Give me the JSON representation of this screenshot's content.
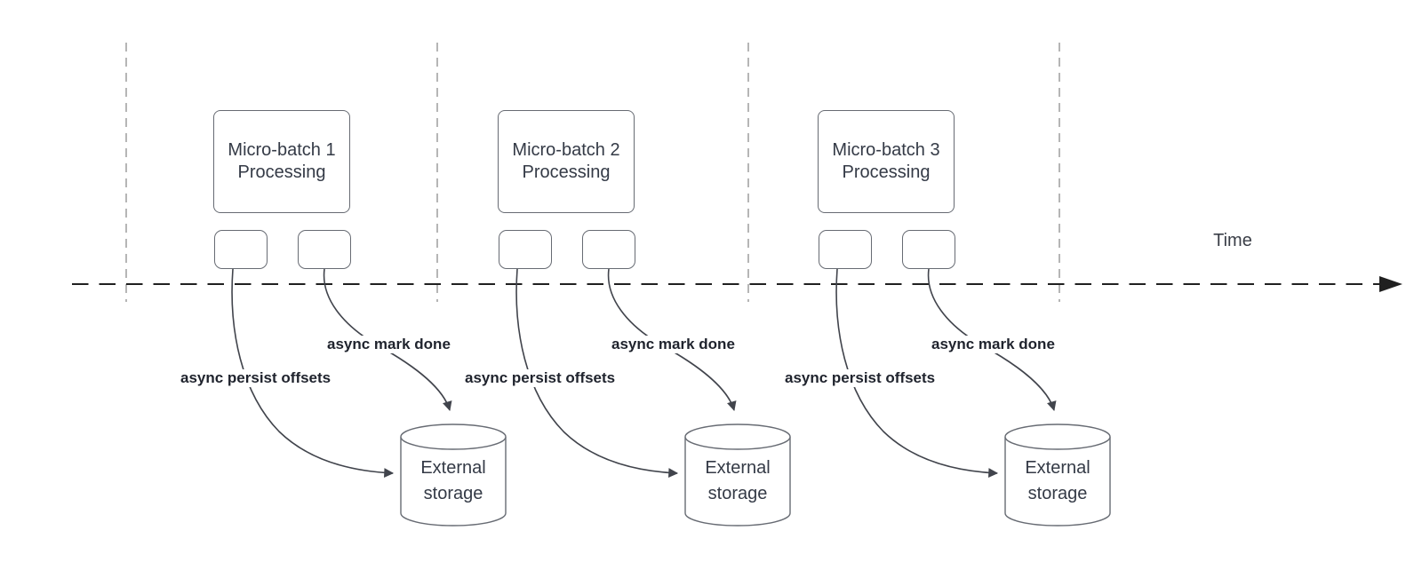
{
  "diagram": {
    "time_label": "Time",
    "groups": [
      {
        "title_line1": "Micro-batch 1",
        "title_line2": "Processing",
        "persist_label": "async persist offsets",
        "done_label": "async mark done",
        "storage_line1": "External",
        "storage_line2": "storage"
      },
      {
        "title_line1": "Micro-batch 2",
        "title_line2": "Processing",
        "persist_label": "async persist offsets",
        "done_label": "async mark done",
        "storage_line1": "External",
        "storage_line2": "storage"
      },
      {
        "title_line1": "Micro-batch 3",
        "title_line2": "Processing",
        "persist_label": "async persist offsets",
        "done_label": "async mark done",
        "storage_line1": "External",
        "storage_line2": "storage"
      }
    ],
    "colors": {
      "background": "#ffffff",
      "guide_line": "#a3a3a3",
      "timeline_line": "#202020",
      "shape_stroke": "#676b73",
      "arrow_stroke": "#41444c",
      "shape_text": "#343a46",
      "bold_label_text": "#1f232d"
    }
  }
}
